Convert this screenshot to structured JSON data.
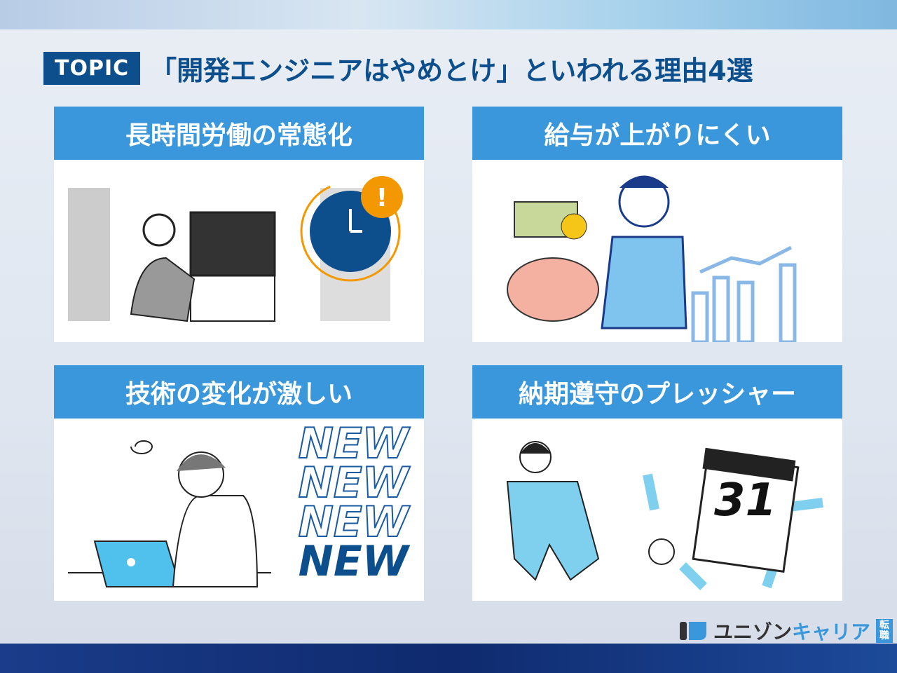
{
  "header": {
    "badge": "TOPIC",
    "title": "「開発エンジニアはやめとけ」といわれる理由4選"
  },
  "cards": [
    {
      "title": "長時間労働の常態化"
    },
    {
      "title": "給与が上がりにくい"
    },
    {
      "title": "技術の変化が激しい",
      "new_words": [
        "NEW",
        "NEW",
        "NEW",
        "NEW"
      ]
    },
    {
      "title": "納期遵守のプレッシャー",
      "calendar_day": "31"
    }
  ],
  "logo": {
    "part1": "ユニゾン",
    "part2": "キャリア",
    "badge": "転職"
  },
  "colors": {
    "accent": "#3a97dc",
    "navy": "#0d4f8c"
  }
}
